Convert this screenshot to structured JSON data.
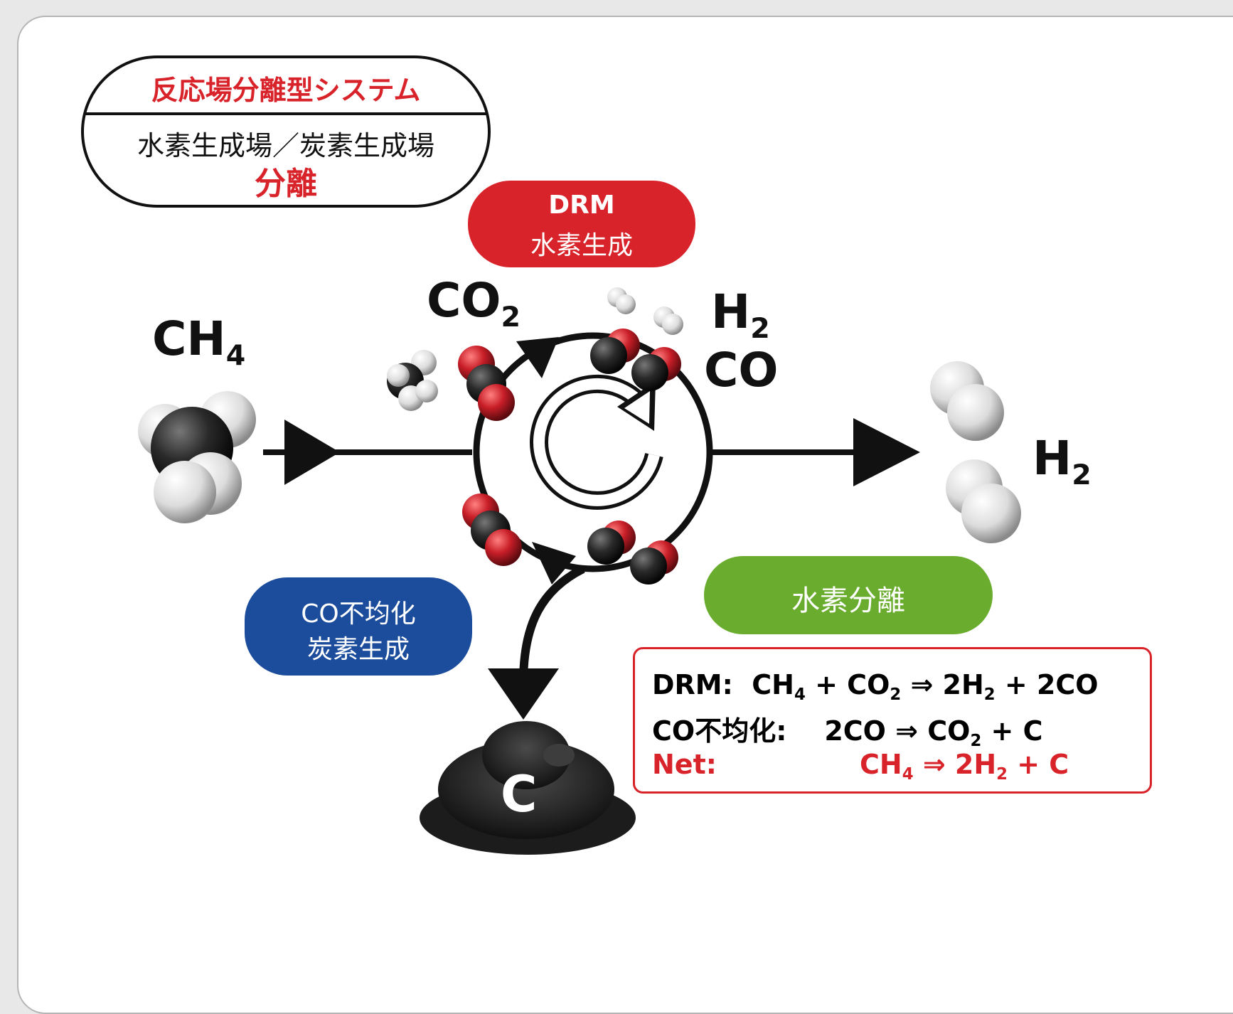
{
  "header": {
    "line1": "反応場分離型システム",
    "line2": "水素生成場／炭素生成場",
    "line3": "分離"
  },
  "pills": {
    "drm": {
      "line1": "DRM",
      "line2": "水素生成",
      "color": "#d9232a"
    },
    "co_disp": {
      "line1": "CO不均化",
      "line2": "炭素生成",
      "color": "#1c4d9c"
    },
    "h2_sep": {
      "label": "水素分離",
      "color": "#6aad2e"
    }
  },
  "labels": {
    "ch4_main": "CH",
    "ch4_sub": "4",
    "co2_main": "CO",
    "co2_sub": "2",
    "h2_top_main": "H",
    "h2_top_sub": "2",
    "co": "CO",
    "h2_right_main": "H",
    "h2_right_sub": "2",
    "carbon": "C"
  },
  "equations": {
    "drm_label": "DRM:",
    "drm_lhs": "CH",
    "drm_lhs_sub": "4",
    "drm_plus": "+ CO",
    "drm_plus_sub": "2",
    "drm_rhs": "⇒ 2H",
    "drm_rhs_sub": "2",
    "drm_rhs2": "+ 2CO",
    "co_label": "CO不均化:",
    "co_lhs": "2CO ⇒ CO",
    "co_lhs_sub": "2",
    "co_rhs": "+ C",
    "net_label": "Net:",
    "net_lhs": "CH",
    "net_lhs_sub": "4",
    "net_rhs": "⇒ 2H",
    "net_rhs_sub": "2",
    "net_rhs2": "+ C"
  },
  "colors": {
    "accent_red": "#d9232a",
    "oxygen_red": "#c81e28",
    "carbon_dark": "#2a2a2a",
    "hydrogen_light": "#e6e6e6"
  }
}
